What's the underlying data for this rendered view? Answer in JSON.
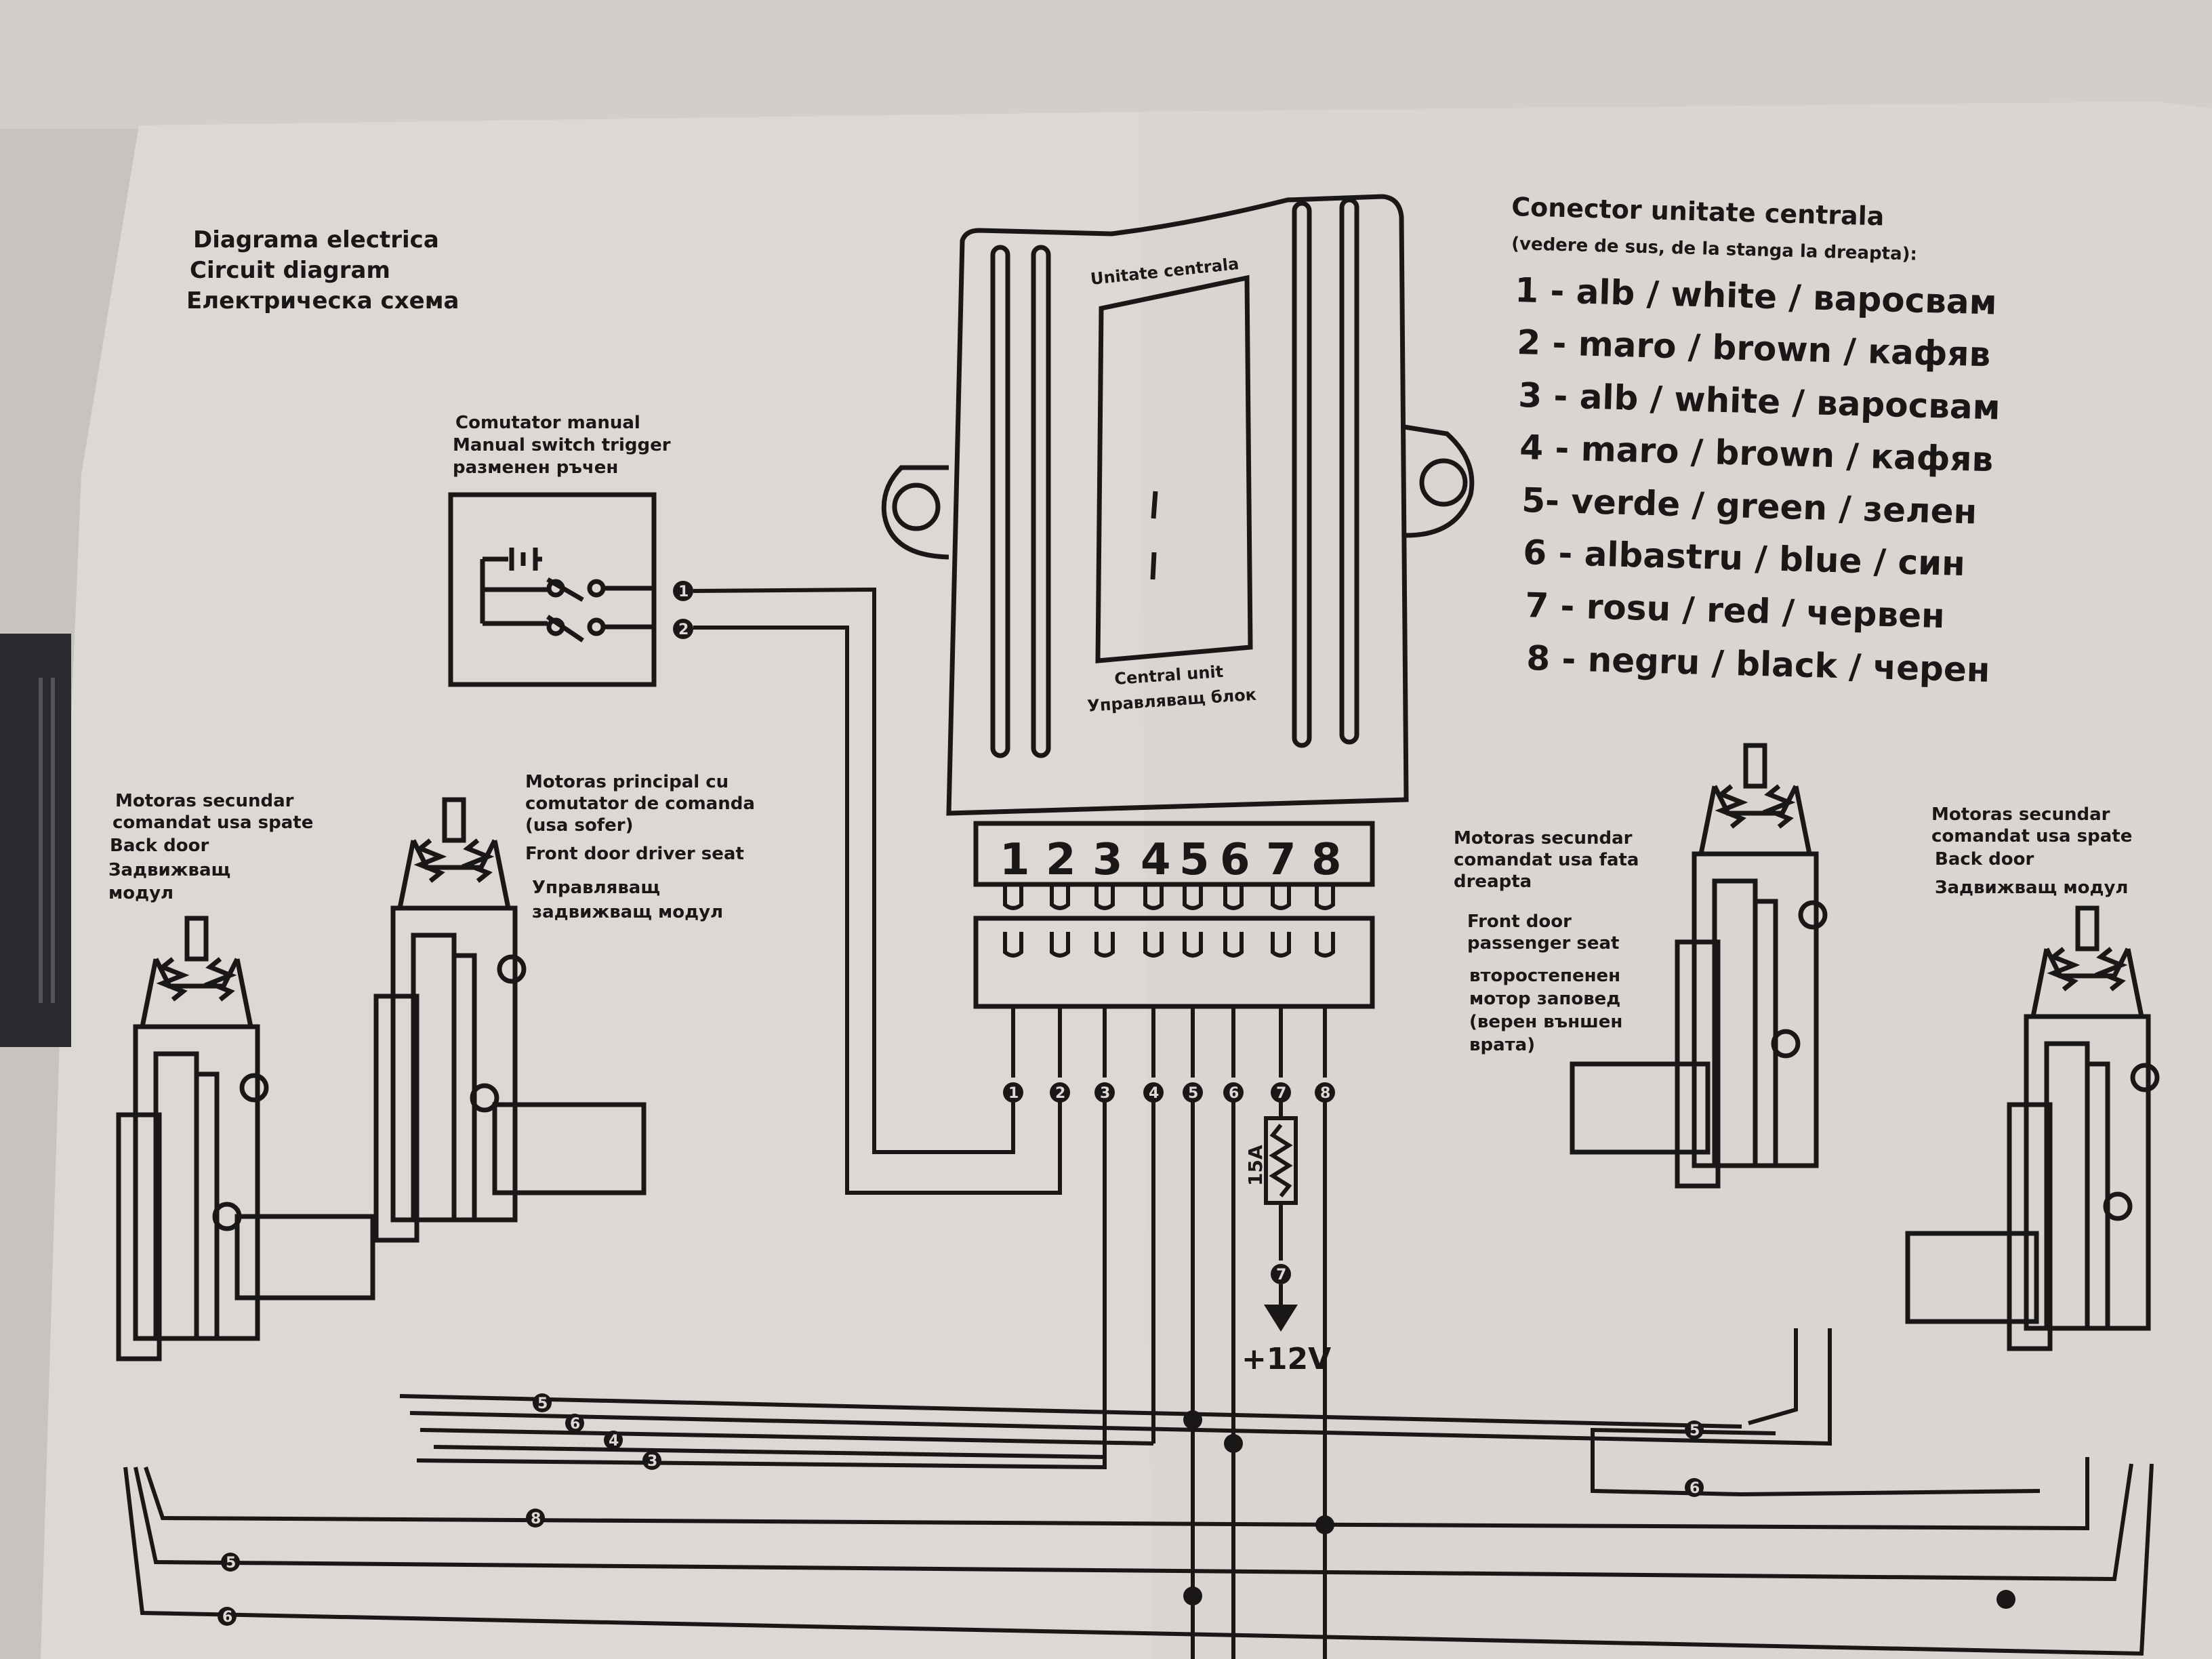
{
  "title": {
    "lines": [
      "Diagrama electrica",
      "Circuit diagram",
      "Електрическа схема"
    ]
  },
  "central_unit": {
    "top_label": "Unitate centrala",
    "bottom_label_en": "Central unit",
    "bottom_label_bg": "Управляващ блок",
    "pins": [
      "1",
      "2",
      "3",
      "4",
      "5",
      "6",
      "7",
      "8"
    ]
  },
  "manual_switch": {
    "lines": [
      "Comutator manual",
      "Manual switch trigger",
      "разменен ръчен"
    ],
    "terminals": [
      "1",
      "2"
    ]
  },
  "connector_legend": {
    "heading": "Conector unitate centrala",
    "subheading": "(vedere de sus, de la stanga la dreapta):",
    "rows": [
      "1 - alb / white / варосвам",
      "2 - maro / brown / кафяв",
      "3 - alb / white / варосвам",
      "4 - maro / brown / кафяв",
      "5- verde / green / зелен",
      "6 - albastru / blue / син",
      "7 - rosu / red / червен",
      "8 - negru / black / черен"
    ]
  },
  "motors": {
    "back_left": [
      "Motoras secundar",
      "comandat usa spate",
      "Back door",
      "Задвижващ",
      "модул"
    ],
    "front_driver": [
      "Motoras principal cu",
      "comutator de comanda",
      "(usa sofer)",
      "Front door driver seat",
      "Управляващ",
      "задвижващ модул"
    ],
    "front_passenger": [
      "Motoras secundar",
      "comandat usa fata",
      "dreapta",
      "Front door",
      "passenger seat",
      "второстепенен",
      "мотор заповед",
      "(верен външен",
      "врата)"
    ],
    "back_right": [
      "Motoras secundar",
      "comandat usa spate",
      "Back door",
      "Задвижващ модул"
    ]
  },
  "power": {
    "fuse": "15A",
    "supply": "+12V",
    "fuse_terminal": "7"
  },
  "wire_terminals": [
    "1",
    "2",
    "3",
    "4",
    "5",
    "6",
    "7",
    "8"
  ],
  "bus_labels": {
    "driver_bus": [
      "5",
      "6",
      "4",
      "3"
    ],
    "bus_8": "8",
    "bus_5": "5",
    "bus_6": "6",
    "bus_5b": "5",
    "bus_6b": "6"
  }
}
